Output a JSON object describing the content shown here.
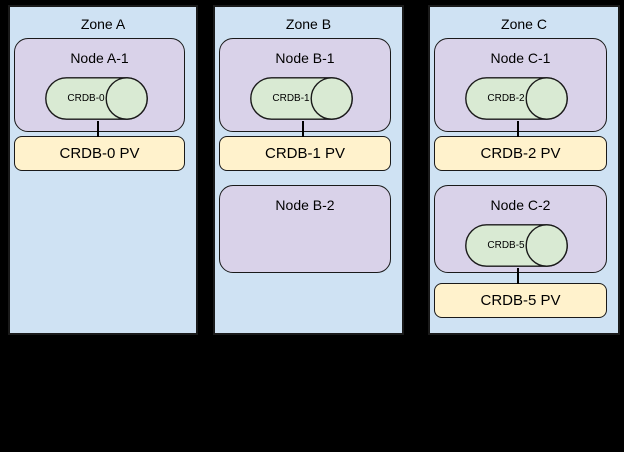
{
  "colors": {
    "background": "#000000",
    "zone_fill": "#cfe2f3",
    "node_fill": "#d9d2e9",
    "db_fill": "#d9ead3",
    "pv_fill": "#fff2cc",
    "border": "#1a1a1a",
    "connector": "#000000"
  },
  "zones": [
    {
      "title": "Zone A",
      "node1": {
        "title": "Node A-1",
        "db_label": "CRDB-0"
      },
      "pv1_label": "CRDB-0 PV"
    },
    {
      "title": "Zone B",
      "node1": {
        "title": "Node B-1",
        "db_label": "CRDB-1"
      },
      "pv1_label": "CRDB-1 PV",
      "node2": {
        "title": "Node B-2"
      }
    },
    {
      "title": "Zone C",
      "node1": {
        "title": "Node C-1",
        "db_label": "CRDB-2"
      },
      "pv1_label": "CRDB-2 PV",
      "node2": {
        "title": "Node C-2",
        "db_label": "CRDB-5"
      },
      "pv2_label": "CRDB-5 PV"
    }
  ]
}
